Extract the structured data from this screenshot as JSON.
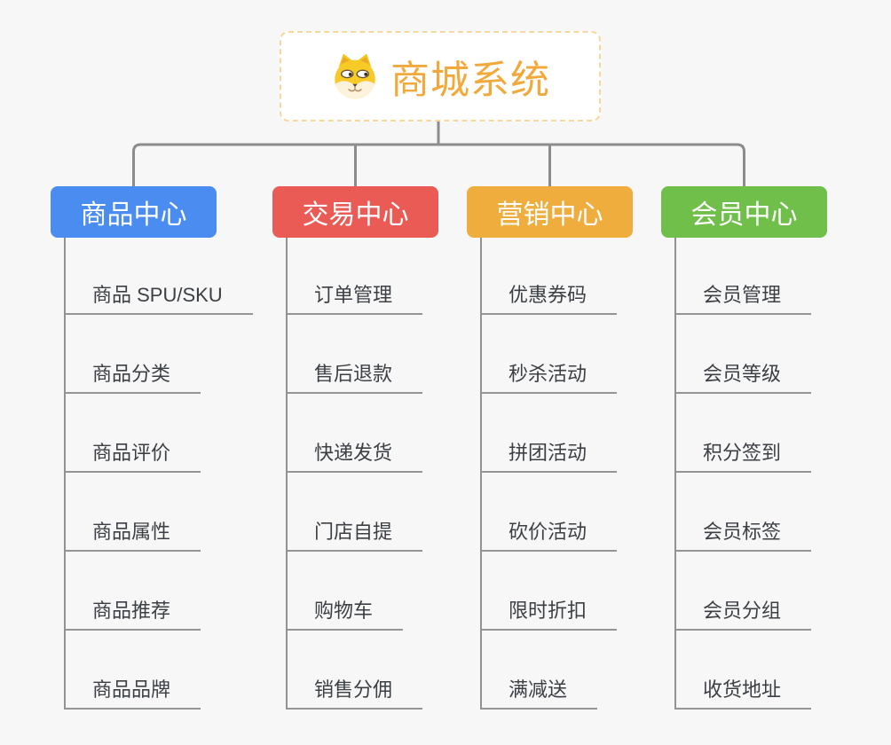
{
  "root": {
    "label": "商城系统",
    "icon": "dog-face-icon",
    "text_color": "#f2a93c",
    "border_color": "#f6d79c"
  },
  "connector_color": "#8c8c8c",
  "branches": [
    {
      "label": "商品中心",
      "color": "#4a8cf0",
      "items": [
        "商品 SPU/SKU",
        "商品分类",
        "商品评价",
        "商品属性",
        "商品推荐",
        "商品品牌"
      ]
    },
    {
      "label": "交易中心",
      "color": "#ea5b55",
      "items": [
        "订单管理",
        "售后退款",
        "快递发货",
        "门店自提",
        "购物车",
        "销售分佣"
      ]
    },
    {
      "label": "营销中心",
      "color": "#eead3d",
      "items": [
        "优惠券码",
        "秒杀活动",
        "拼团活动",
        "砍价活动",
        "限时折扣",
        "满减送"
      ]
    },
    {
      "label": "会员中心",
      "color": "#6fbf4a",
      "items": [
        "会员管理",
        "会员等级",
        "积分签到",
        "会员标签",
        "会员分组",
        "收货地址"
      ]
    }
  ]
}
